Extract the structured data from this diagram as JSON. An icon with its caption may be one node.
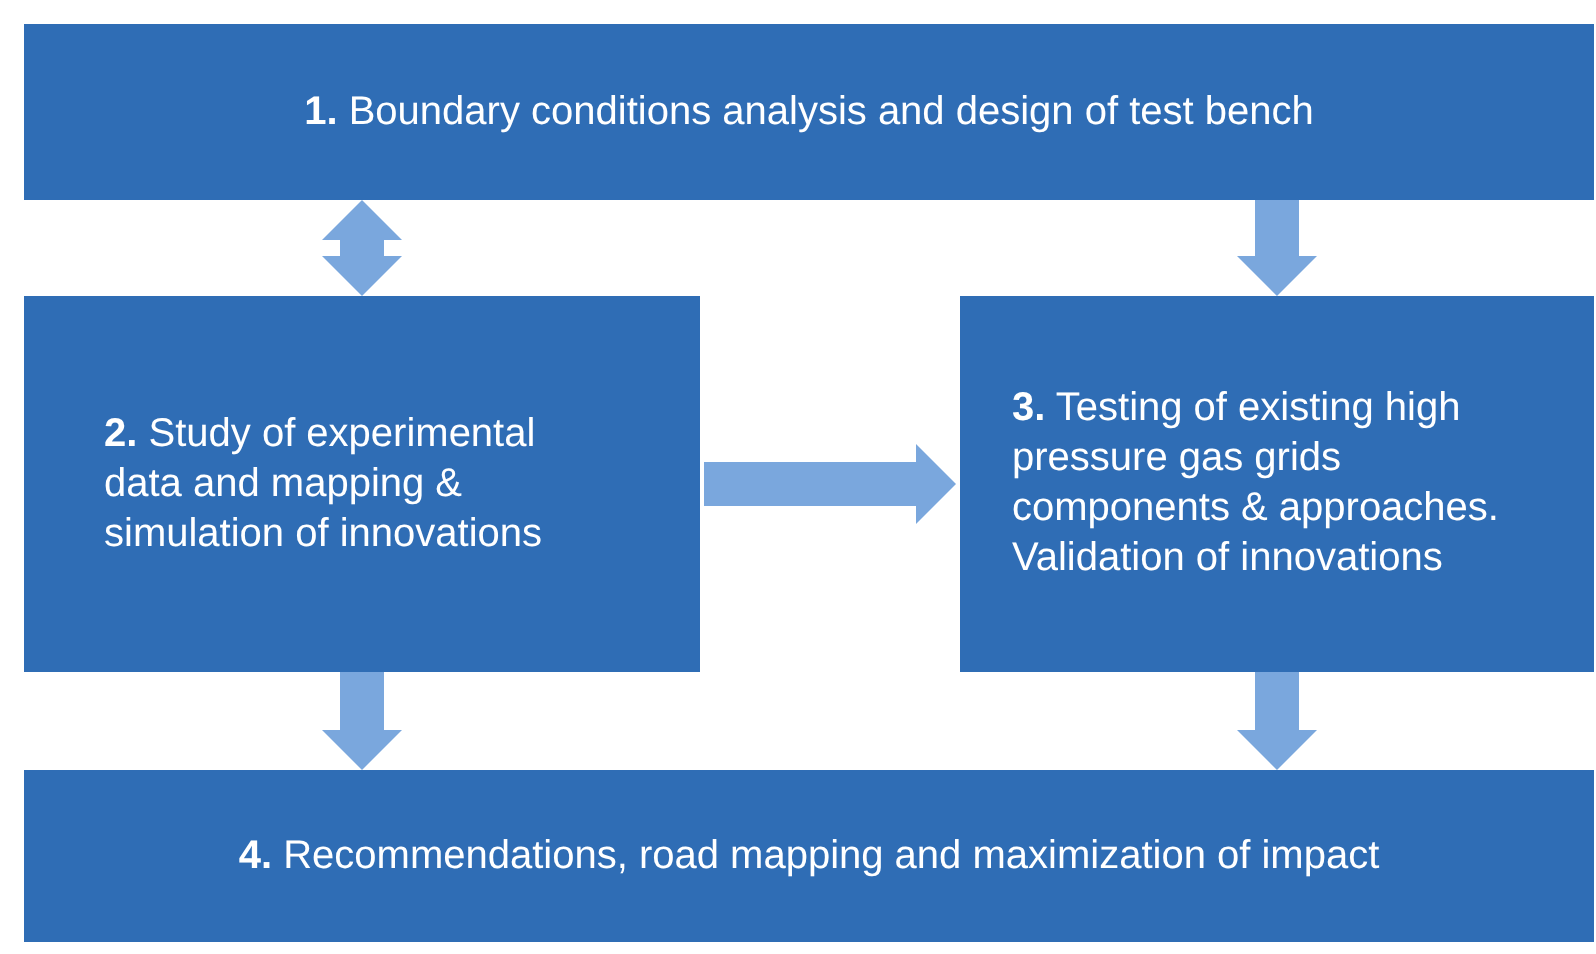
{
  "diagram": {
    "nodes": [
      {
        "text": [
          "**1.** Boundary conditions analysis and design of test bench"
        ]
      },
      {
        "text": [
          "**2.** Study of experimental data and mapping & simulation of innovations"
        ]
      },
      {
        "text": [
          "**3.** Testing of existing high pressure gas grids components & approaches. Validation of innovations"
        ]
      },
      {
        "text": [
          "**4.** Recommendations, road mapping and maximization of impact"
        ]
      }
    ],
    "edges": [
      {
        "from": 0,
        "to": 1,
        "arrow": "both"
      },
      {
        "from": 0,
        "to": 2,
        "arrow": "to"
      },
      {
        "from": 1,
        "to": 2,
        "arrow": "to"
      },
      {
        "from": 1,
        "to": 3,
        "arrow": "to"
      },
      {
        "from": 2,
        "to": 3,
        "arrow": "to"
      }
    ]
  }
}
